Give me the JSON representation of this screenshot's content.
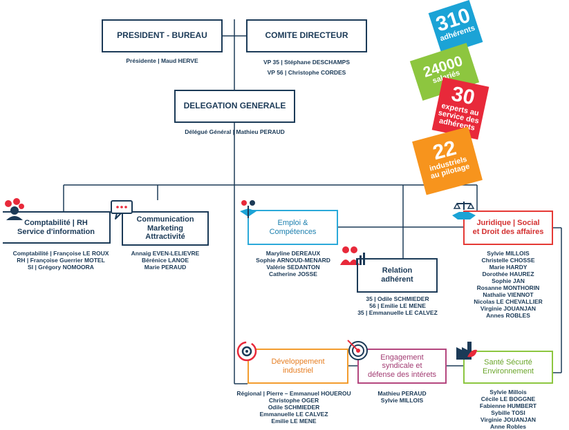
{
  "boxes": {
    "president": {
      "title": "PRESIDENT - BUREAU",
      "people": [
        "Présidente | Maud HERVE"
      ]
    },
    "comite": {
      "title": "COMITE DIRECTEUR",
      "people": [
        "VP 35 | Stéphane DESCHAMPS",
        "VP 56 | Christophe CORDES"
      ]
    },
    "delegation": {
      "title": "DELEGATION GENERALE",
      "people": [
        "Délégué Général | Mathieu PERAUD"
      ]
    },
    "compta": {
      "title_lines": [
        "Comptabilité | RH",
        "Service d'information"
      ],
      "people": [
        "Comptabilité | Françoise LE ROUX",
        "RH | Françoise Guerrier MOTEL",
        "SI | Grégory NOMOORA"
      ]
    },
    "communication": {
      "title_lines": [
        "Communication",
        "Marketing",
        "Attractivité"
      ],
      "people": [
        "Annaig EVEN-LELIEVRE",
        "Bérénice LANOE",
        "Marie PERAUD"
      ]
    },
    "emploi": {
      "title_lines": [
        "Emploi &",
        "Compétences"
      ],
      "people": [
        "Maryline DEREAUX",
        "Sophie ARNOUD-MENARD",
        "Valérie SEDANTON",
        "Catherine JOSSE"
      ]
    },
    "relation": {
      "title_lines": [
        "Relation",
        "adhérent"
      ],
      "people": [
        "35 | Odile SCHMIEDER",
        "56 | Emilie LE MENE",
        "35 | Emmanuelle LE CALVEZ"
      ]
    },
    "juridique": {
      "title_lines": [
        "Juridique | Social",
        "et Droit des affaires"
      ],
      "people": [
        "Sylvie MILLOIS",
        "Christelle CHOSSE",
        "Marie HARDY",
        "Dorothée HAUREZ",
        "Sophie JAN",
        "Rosanne MONTHORIN",
        "Nathalie VIENNOT",
        "Nicolas LE CHEVALLIER",
        "Virginie JOUANJAN",
        "Annes ROBLES"
      ]
    },
    "developpement": {
      "title_lines": [
        "Développement",
        "industriel"
      ],
      "people": [
        "Régional | Pierre – Emmanuel HOUEROU",
        "Christophe OGER",
        "Odile SCHMIEDER",
        "Emmanuelle LE CALVEZ",
        "Emilie LE MENE"
      ]
    },
    "engagement": {
      "title_lines": [
        "Engagement",
        "syndicale et",
        "défense des intérets"
      ],
      "people": [
        "Mathieu PERAUD",
        "Sylvie MILLOIS"
      ]
    },
    "sante": {
      "title_lines": [
        "Santé Sécurté",
        "Environnement"
      ],
      "people": [
        "Sylvie Millois",
        "Cécile LE BOGGNE",
        "Fabienne HUMBERT",
        "Sybille TOSI",
        "Virginie JOUANJAN",
        "Anne Robles"
      ]
    }
  },
  "stats": [
    {
      "number": "310",
      "label_lines": [
        "adhérents"
      ],
      "color": "#1ba3d6"
    },
    {
      "number": "24000",
      "label_lines": [
        "salariés"
      ],
      "color": "#8dc63f"
    },
    {
      "number": "30",
      "label_lines": [
        "experts au",
        "service des",
        "adhérents"
      ],
      "color": "#e8293a"
    },
    {
      "number": "22",
      "label_lines": [
        "industriels",
        "au pilotage"
      ],
      "color": "#f7941d"
    }
  ],
  "colors": {
    "navy": "#1b3a57",
    "emploi": "#2aa9d9",
    "juridique": "#e53935",
    "developpement": "#f39c2d",
    "engagement": "#b4467e",
    "sante": "#8cc63f"
  },
  "icons": [
    "people-gear-icon",
    "chat-bubble-icon",
    "handshake-plane-icon",
    "team-chart-icon",
    "scales-handshake-icon",
    "gear-cycle-icon",
    "target-icon",
    "factory-leaf-icon"
  ]
}
